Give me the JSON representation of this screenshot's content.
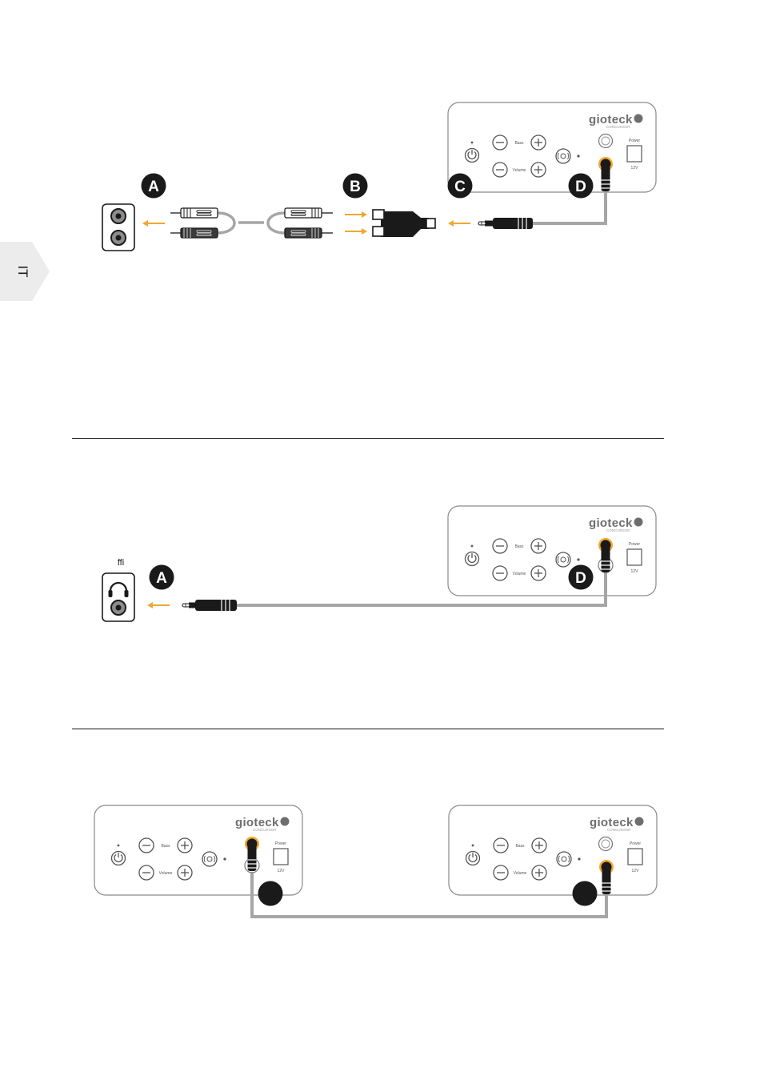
{
  "page": {
    "language_tab": "IT",
    "colors": {
      "accent": "#f0a830",
      "cable": "#a6a6a6",
      "ink": "#1a1a1a",
      "panel_border": "#8a8a8a",
      "tab": "#ececec"
    }
  },
  "device": {
    "brand": "gioteck",
    "tagline": "CONCURSOR",
    "power_label": "Power",
    "voltage_label": "12V",
    "bass_label": "Bass",
    "volume_label": "Volume",
    "icons": [
      "power-icon",
      "minus-icon",
      "plus-icon",
      "speaker-mode-icon",
      "headphone-icon"
    ]
  },
  "section1": {
    "badges": [
      "A",
      "B",
      "C",
      "D"
    ]
  },
  "section2": {
    "headphone_caption": "ffi",
    "badges": [
      "A",
      "D"
    ]
  }
}
